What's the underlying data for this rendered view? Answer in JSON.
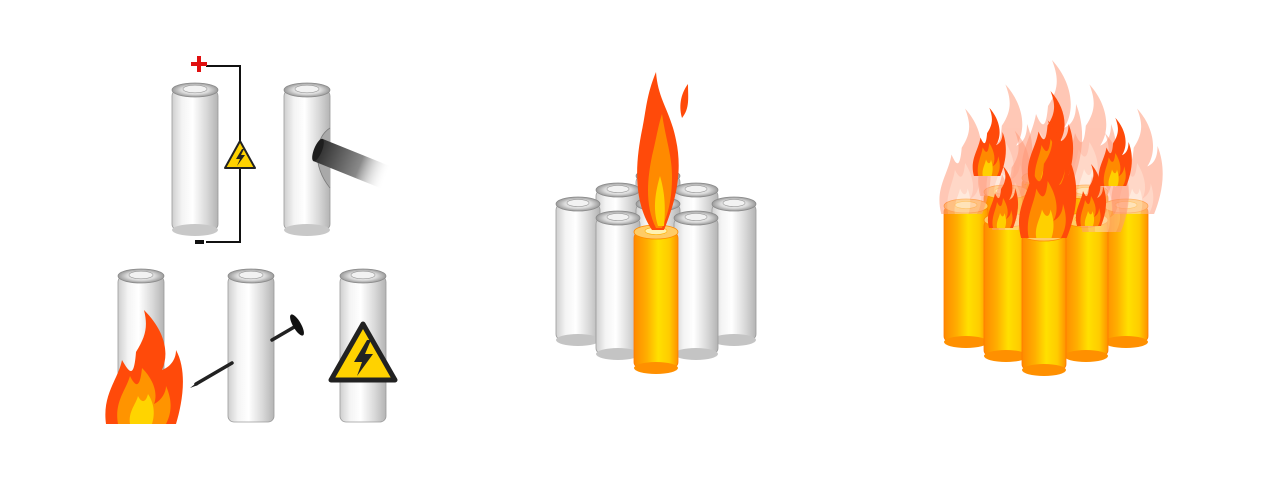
{
  "colors": {
    "background": "#ffffff",
    "cell_body": "#e6e6e6",
    "cell_shade": "#b8b8b8",
    "cell_highlight": "#ffffff",
    "cell_top": "#d6d6d6",
    "hot_cell_left": "#ff9a00",
    "hot_cell_mid": "#ffd400",
    "hot_cell_right": "#ffe600",
    "hot_cell_shade": "#ff7a00",
    "flame_outer": "#ff4a0a",
    "flame_mid": "#ff8a00",
    "flame_inner": "#ffd000",
    "flame_ghost": "#ff9a7a",
    "warning_fill": "#ffd200",
    "warning_stroke": "#222222",
    "plus_sign": "#e01010",
    "circuit_wire": "#111111",
    "nail": "#222222",
    "rod_dark": "#3a3a3a"
  },
  "icons": {
    "warning": "high-voltage-warning-icon",
    "fire": "flame-icon",
    "nail": "nail-icon",
    "crush": "crushing-rod-icon"
  },
  "panels": [
    {
      "name": "abuse-conditions",
      "items": [
        "short-circuit",
        "mechanical-crush",
        "external-heat",
        "nail-penetration",
        "overcharge"
      ]
    },
    {
      "name": "single-cell-thermal-runaway",
      "cells": 9,
      "burning_cells": 1
    },
    {
      "name": "pack-propagation",
      "cells": 9,
      "burning_cells": 9
    }
  ],
  "labels": {
    "positive_terminal": "+",
    "negative_terminal": "-"
  }
}
